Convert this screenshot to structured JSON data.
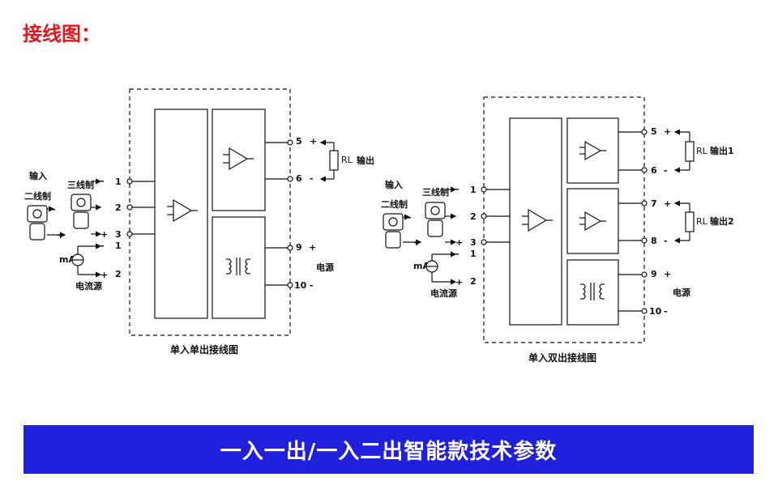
{
  "heading": "接线图：",
  "banner": "一入一出/一入二出智能款技术参数",
  "left": {
    "caption": "单入单出接线图",
    "input_label": "输入",
    "two_wire": "二线制",
    "three_wire": "三线制",
    "current_source": "电流源",
    "ma": "mA",
    "rl": "RL",
    "output": "输出",
    "power": "电源",
    "terminals": [
      "1",
      "2",
      "3",
      "5",
      "6",
      "9",
      "10"
    ],
    "plus": "+",
    "minus": "-"
  },
  "right": {
    "caption": "单入双出接线图",
    "input_label": "输入",
    "two_wire": "二线制",
    "three_wire": "三线制",
    "current_source": "电流源",
    "ma": "mA",
    "rl": "RL",
    "output1": "输出1",
    "output2": "输出2",
    "power": "电源",
    "terminals": [
      "1",
      "2",
      "3",
      "5",
      "6",
      "7",
      "8",
      "9",
      "10"
    ],
    "plus": "+",
    "minus": "-"
  }
}
